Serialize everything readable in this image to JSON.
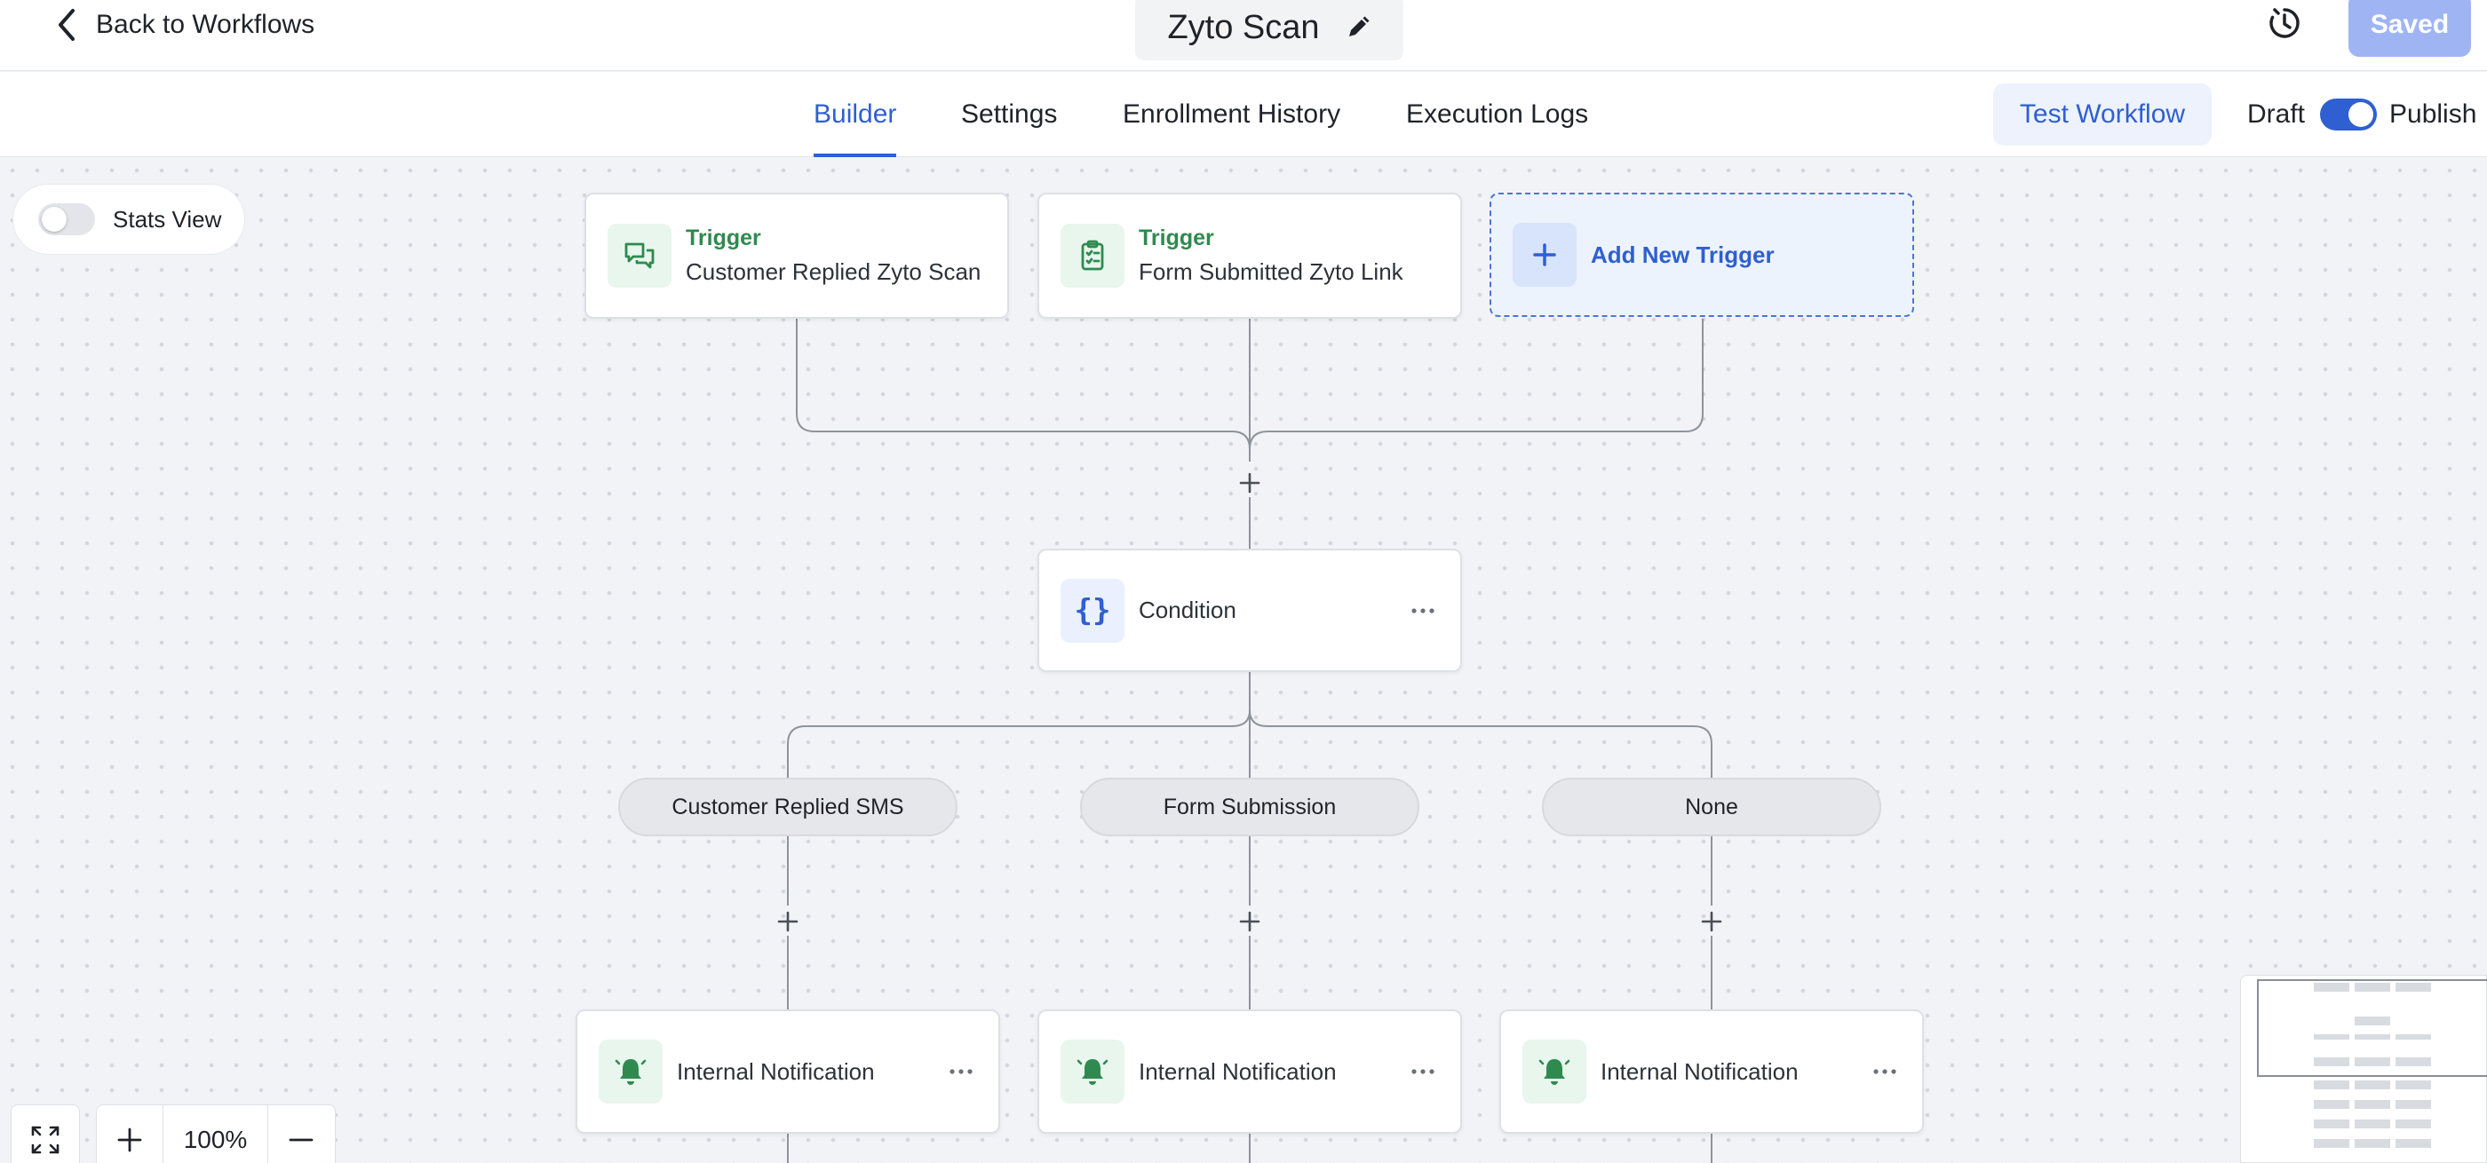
{
  "header": {
    "back_label": "Back to Workflows",
    "workflow_name": "Zyto Scan",
    "saved_label": "Saved"
  },
  "tabs": [
    {
      "label": "Builder",
      "active": true
    },
    {
      "label": "Settings",
      "active": false
    },
    {
      "label": "Enrollment History",
      "active": false
    },
    {
      "label": "Execution Logs",
      "active": false
    }
  ],
  "actions": {
    "test_label": "Test Workflow",
    "draft_label": "Draft",
    "publish_label": "Publish",
    "published": true
  },
  "stats_view": {
    "label": "Stats View",
    "enabled": false
  },
  "triggers": [
    {
      "title": "Trigger",
      "name": "Customer Replied Zyto Scan",
      "icon": "chat-icon"
    },
    {
      "title": "Trigger",
      "name": "Form Submitted Zyto Link",
      "icon": "clipboard-icon"
    }
  ],
  "add_trigger_label": "Add New Trigger",
  "condition": {
    "label": "Condition",
    "icon": "braces-icon"
  },
  "branches": [
    {
      "label": "Customer Replied SMS",
      "action": "Internal Notification"
    },
    {
      "label": "Form Submission",
      "action": "Internal Notification"
    },
    {
      "label": "None",
      "action": "Internal Notification"
    }
  ],
  "zoom": {
    "level": "100%"
  },
  "colors": {
    "accent": "#2f5fd0",
    "trigger_green": "#2f8a4f",
    "saved_button": "#9fb5f3"
  }
}
